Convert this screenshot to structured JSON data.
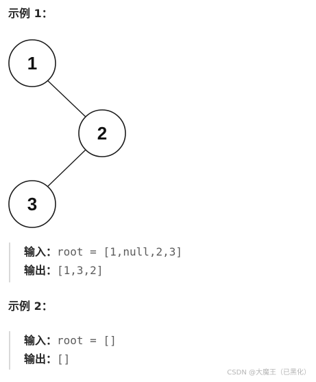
{
  "example1": {
    "heading": "示例 1：",
    "tree_nodes": [
      "1",
      "2",
      "3"
    ],
    "input_label": "输入：",
    "input_value": "root = [1,null,2,3]",
    "output_label": "输出：",
    "output_value": "[1,3,2]"
  },
  "example2": {
    "heading": "示例 2：",
    "input_label": "输入：",
    "input_value": "root = []",
    "output_label": "输出：",
    "output_value": "[]"
  },
  "watermark": "CSDN @大魔王（已黑化）"
}
